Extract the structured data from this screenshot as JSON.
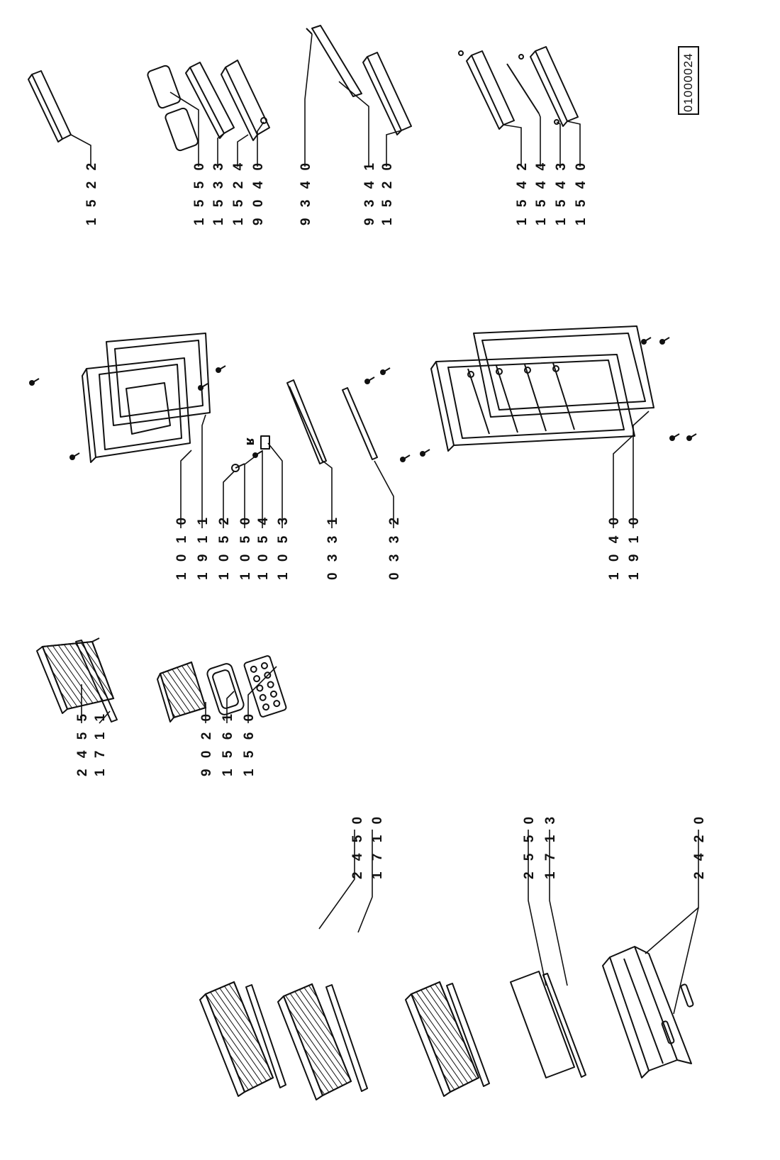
{
  "document_code": "01000024",
  "parts": [
    {
      "id": "p2455",
      "number": "2 4 5 5"
    },
    {
      "id": "p1711",
      "number": "1 7 1 1"
    },
    {
      "id": "p9020",
      "number": "9 0 2 0"
    },
    {
      "id": "p1561",
      "number": "1 5 6 1"
    },
    {
      "id": "p1560",
      "number": "1 5 6 0"
    },
    {
      "id": "p2450",
      "number": "2 4 5 0"
    },
    {
      "id": "p1710",
      "number": "1 7 1 0"
    },
    {
      "id": "p2550",
      "number": "2 5 5 0"
    },
    {
      "id": "p1713",
      "number": "1 7 1 3"
    },
    {
      "id": "p2420",
      "number": "2 4 2 0"
    },
    {
      "id": "p1010",
      "number": "1 0 1 0"
    },
    {
      "id": "p1911",
      "number": "1 9 1 1"
    },
    {
      "id": "p1052",
      "number": "1 0 5 2"
    },
    {
      "id": "p1050",
      "number": "1 0 5 0"
    },
    {
      "id": "p1054",
      "number": "1 0 5 4"
    },
    {
      "id": "p1053",
      "number": "1 0 5 3"
    },
    {
      "id": "p0331",
      "number": "0 3 3 1"
    },
    {
      "id": "p0332",
      "number": "0 3 3 2"
    },
    {
      "id": "p1040",
      "number": "1 0 4 0"
    },
    {
      "id": "p1910",
      "number": "1 9 1 0"
    },
    {
      "id": "p1522",
      "number": "1 5 2 2"
    },
    {
      "id": "p1550",
      "number": "1 5 5 0"
    },
    {
      "id": "p1533",
      "number": "1 5 3 3"
    },
    {
      "id": "p1524",
      "number": "1 5 2 4"
    },
    {
      "id": "p9040",
      "number": "9 0 4 0"
    },
    {
      "id": "p9340",
      "number": "9 3 4 0"
    },
    {
      "id": "p9341",
      "number": "9 3 4 1"
    },
    {
      "id": "p1520",
      "number": "1 5 2 0"
    },
    {
      "id": "p1542",
      "number": "1 5 4 2"
    },
    {
      "id": "p1544",
      "number": "1 5 4 4"
    },
    {
      "id": "p1543",
      "number": "1 5 4 3"
    },
    {
      "id": "p1540",
      "number": "1 5 4 0"
    }
  ]
}
